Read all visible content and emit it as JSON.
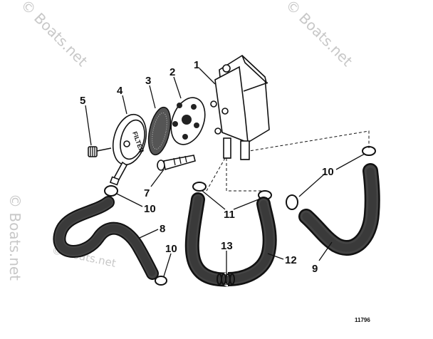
{
  "diagram": {
    "figure_number": "11796",
    "watermark": "© Boats.net",
    "callouts": {
      "fuel_pump_body": "1",
      "diaphragm": "2",
      "filter_screen": "3",
      "filter_cover": "4",
      "cover_screw": "5",
      "pump_screw": "7",
      "hose_8": "8",
      "hose_9": "9",
      "clamp_10_left": "10",
      "clamp_10_lower": "10",
      "clamp_10_right": "10",
      "clamp_11": "11",
      "spring_13": "13",
      "hose_12": "12"
    },
    "filter_text": "FILTER"
  }
}
